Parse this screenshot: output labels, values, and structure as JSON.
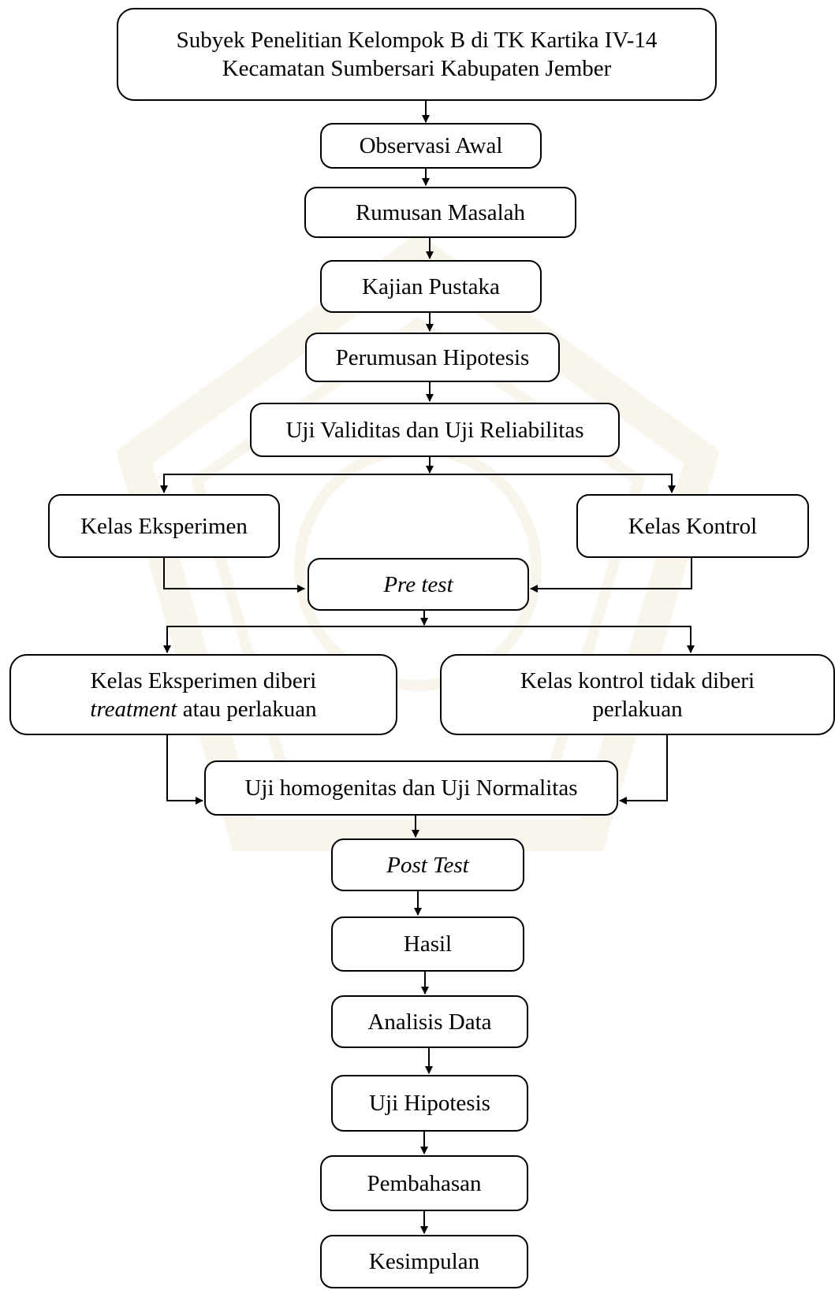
{
  "colors": {
    "stroke": "#000000",
    "background": "#ffffff",
    "watermark": "#c9a25a"
  },
  "nodes": {
    "subject": {
      "line1": "Subyek Penelitian Kelompok B di TK Kartika IV-14",
      "line2": "Kecamatan Sumbersari Kabupaten Jember"
    },
    "observasi": "Observasi Awal",
    "rumusan": "Rumusan Masalah",
    "kajian": "Kajian Pustaka",
    "hipotesis": "Perumusan Hipotesis",
    "validitas": "Uji Validitas dan Uji Reliabilitas",
    "eksperimen": "Kelas Eksperimen",
    "kontrol": "Kelas Kontrol",
    "pretest": "Pre test",
    "eksperimen_treat": {
      "line1": "Kelas Eksperimen diberi",
      "line2_italic": "treatment",
      "line2_rest": " atau perlakuan"
    },
    "kontrol_treat": {
      "line1": "Kelas kontrol tidak diberi",
      "line2": "perlakuan"
    },
    "homogen": "Uji homogenitas dan Uji Normalitas",
    "posttest": "Post Test",
    "hasil": "Hasil",
    "analisis": "Analisis Data",
    "uji_hipotesis": "Uji Hipotesis",
    "pembahasan": "Pembahasan",
    "kesimpulan": "Kesimpulan"
  }
}
